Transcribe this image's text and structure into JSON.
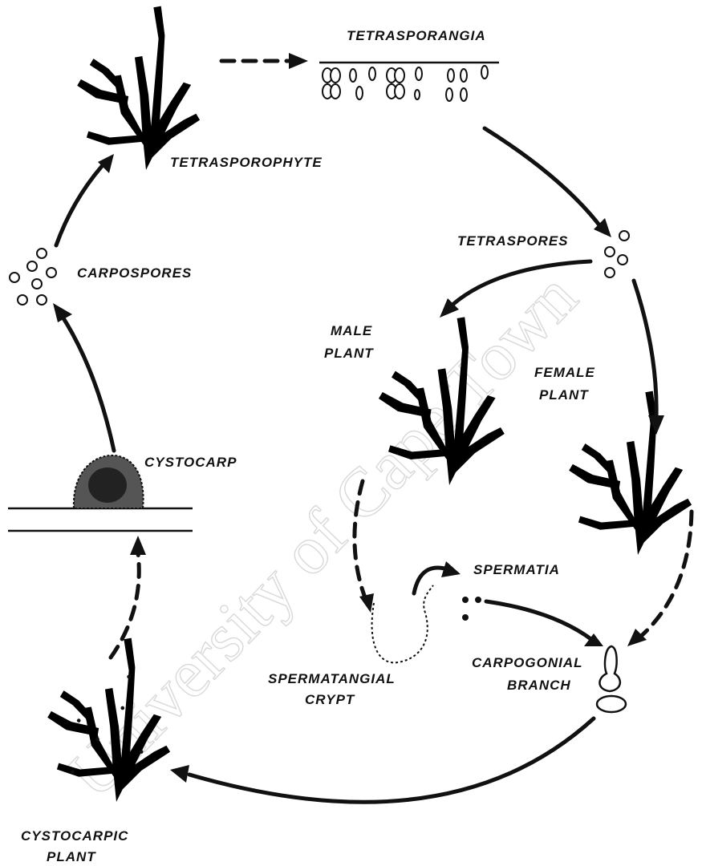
{
  "watermark": "University of Cape Town",
  "labels": {
    "tetrasporangia": "TETRASPORANGIA",
    "tetrasporophyte": "TETRASPOROPHYTE",
    "carpospores": "CARPOSPORES",
    "tetraspores": "TETRASPORES",
    "male_plant_line1": "MALE",
    "male_plant_line2": "PLANT",
    "female_plant_line1": "FEMALE",
    "female_plant_line2": "PLANT",
    "cystocarp": "CYSTOCARP",
    "spermatia": "SPERMATIA",
    "carpogonial_line1": "CARPOGONIAL",
    "carpogonial_line2": "BRANCH",
    "spermatangial_line1": "SPERMATANGIAL",
    "spermatangial_line2": "CRYPT",
    "cystocarpic_line1": "CYSTOCARPIC",
    "cystocarpic_line2": "PLANT"
  }
}
